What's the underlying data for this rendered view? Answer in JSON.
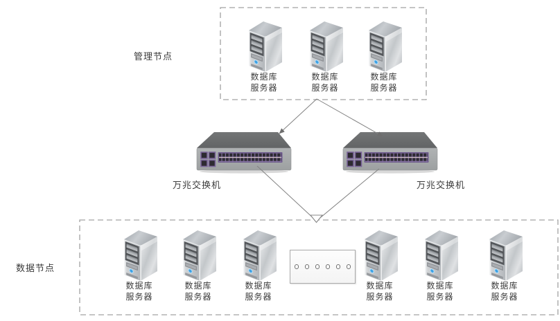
{
  "management": {
    "label": "管理节点",
    "servers": [
      {
        "label": "数据库\n服务器"
      },
      {
        "label": "数据库\n服务器"
      },
      {
        "label": "数据库\n服务器"
      }
    ]
  },
  "switches": [
    {
      "label": "万兆交换机"
    },
    {
      "label": "万兆交换机"
    }
  ],
  "data_nodes": {
    "label": "数据节点",
    "servers": [
      {
        "label": "数据库\n服务器"
      },
      {
        "label": "数据库\n服务器"
      },
      {
        "label": "数据库\n服务器"
      },
      {
        "label": "数据库\n服务器"
      },
      {
        "label": "数据库\n服务器"
      },
      {
        "label": "数据库\n服务器"
      }
    ],
    "ellipsis_dot_count": 6
  },
  "colors": {
    "background": "#ffffff",
    "dashed_border": "#a2a2a2",
    "connector_line": "#828282",
    "text": "#3a3a3a",
    "switch_top": "#6a6c6d",
    "switch_front": "#a8abac",
    "switch_port_accent": "#7a659a",
    "server_power_button": "#3ea2e5"
  }
}
